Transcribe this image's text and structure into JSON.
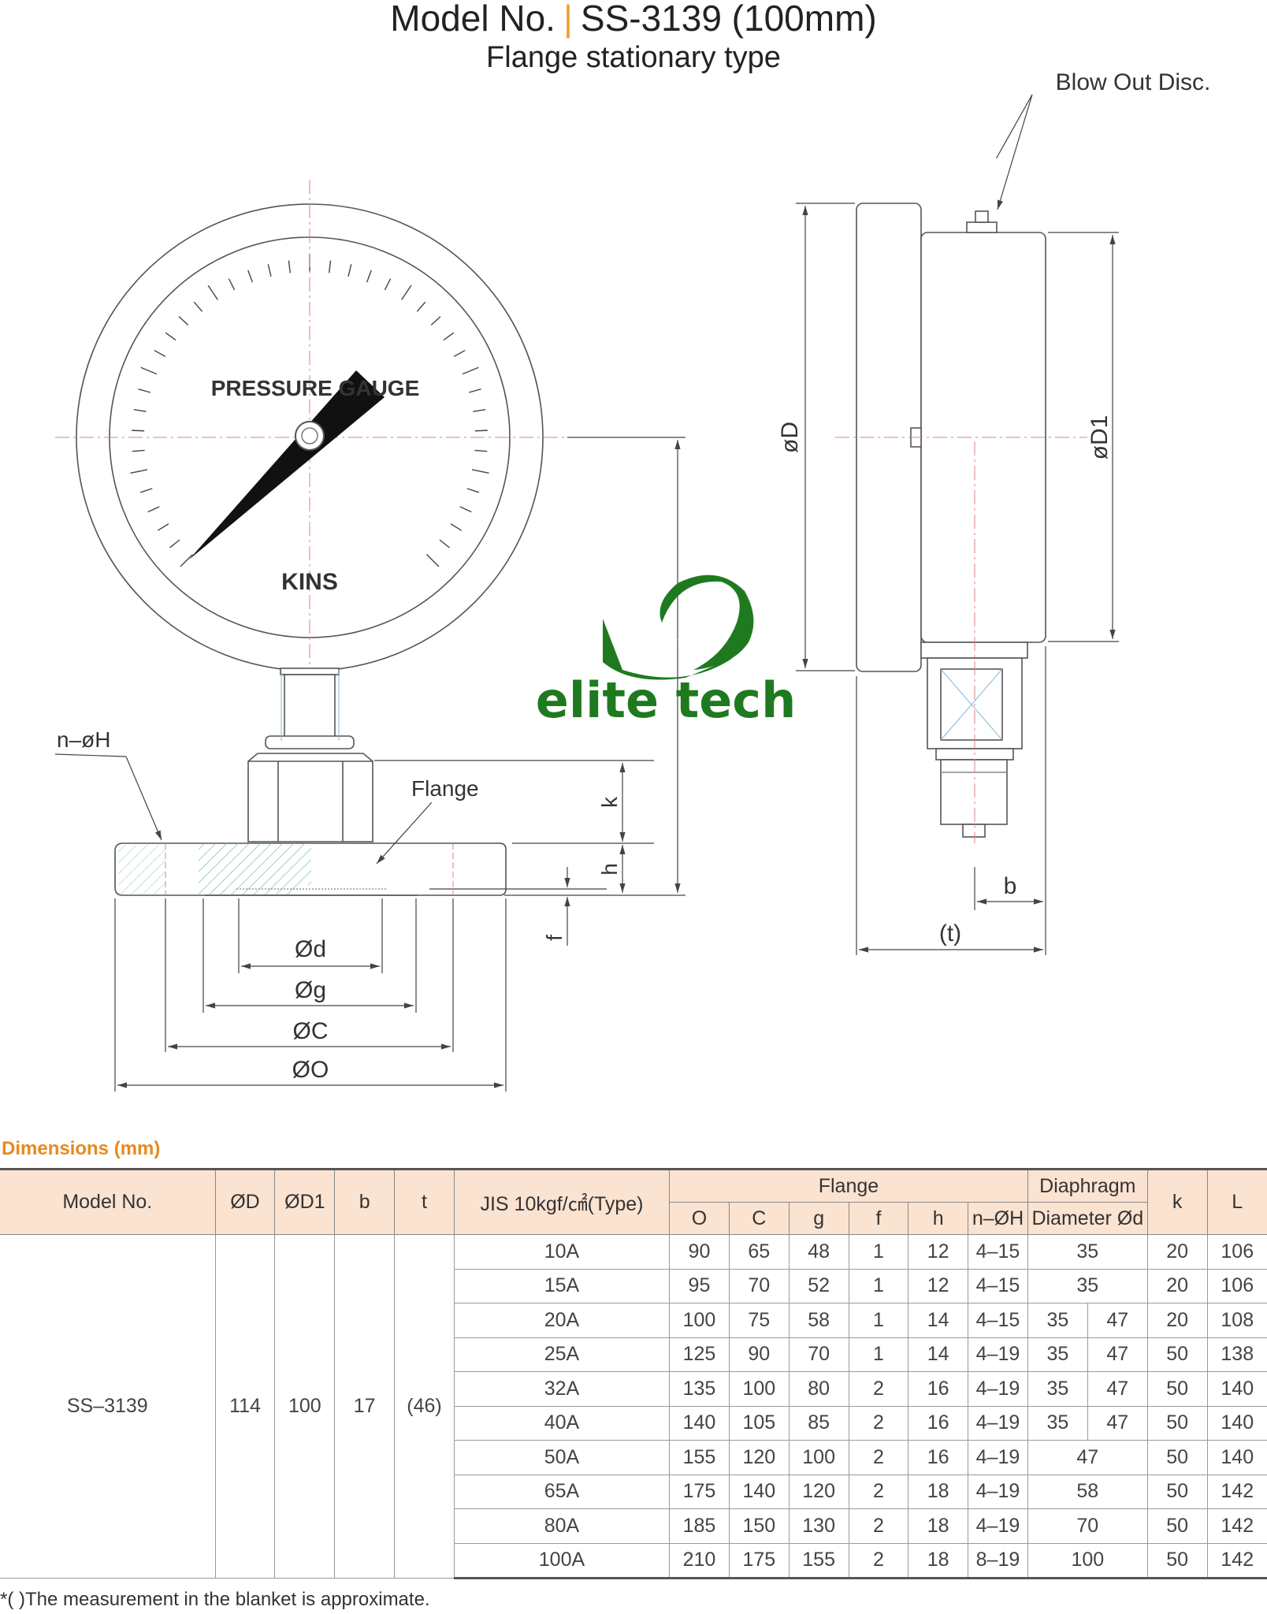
{
  "header": {
    "model_label": "Model No.",
    "model_value": "SS-3139 (100mm)",
    "subtitle": "Flange stationary type"
  },
  "drawing": {
    "callout_blow_out": "Blow Out Disc.",
    "callout_flange": "Flange",
    "callout_nh": "n–øH",
    "dial_text": "PRESSURE GAUGE",
    "brand": "KINS",
    "dim_D": "øD",
    "dim_D1": "øD1",
    "dim_k": "k",
    "dim_h": "h",
    "dim_f": "f",
    "dim_b": "b",
    "dim_t": "(t)",
    "dim_d": "Ød",
    "dim_g": "Øg",
    "dim_C": "ØC",
    "dim_O": "ØO",
    "colors": {
      "line": "#555555",
      "center_line": "#e08080",
      "needle": "#111111",
      "hatch": "#80c0c0"
    }
  },
  "watermark": {
    "text": "elite tech",
    "color": "#1f7a1f"
  },
  "dimensions": {
    "title": "Dimensions (mm)",
    "headers": {
      "model": "Model No.",
      "D": "ØD",
      "D1": "ØD1",
      "b": "b",
      "t": "t",
      "jis": "JIS 10kgf/㎠(Type)",
      "flange": "Flange",
      "diaphragm_top": "Diaphragm",
      "diaphragm_bottom": "Diameter Ød",
      "k": "k",
      "L": "L",
      "O": "O",
      "C": "C",
      "g": "g",
      "f": "f",
      "h": "h",
      "nH": "n–ØH"
    },
    "common": {
      "model": "SS–3139",
      "D": "114",
      "D1": "100",
      "b": "17",
      "t": "(46)"
    },
    "rows": [
      {
        "type": "10A",
        "O": "90",
        "C": "65",
        "g": "48",
        "f": "1",
        "h": "12",
        "nH": "4–15",
        "d1": "35",
        "d2": "",
        "k": "20",
        "L": "106"
      },
      {
        "type": "15A",
        "O": "95",
        "C": "70",
        "g": "52",
        "f": "1",
        "h": "12",
        "nH": "4–15",
        "d1": "35",
        "d2": "",
        "k": "20",
        "L": "106"
      },
      {
        "type": "20A",
        "O": "100",
        "C": "75",
        "g": "58",
        "f": "1",
        "h": "14",
        "nH": "4–15",
        "d1": "35",
        "d2": "47",
        "k": "20",
        "L": "108"
      },
      {
        "type": "25A",
        "O": "125",
        "C": "90",
        "g": "70",
        "f": "1",
        "h": "14",
        "nH": "4–19",
        "d1": "35",
        "d2": "47",
        "k": "50",
        "L": "138"
      },
      {
        "type": "32A",
        "O": "135",
        "C": "100",
        "g": "80",
        "f": "2",
        "h": "16",
        "nH": "4–19",
        "d1": "35",
        "d2": "47",
        "k": "50",
        "L": "140"
      },
      {
        "type": "40A",
        "O": "140",
        "C": "105",
        "g": "85",
        "f": "2",
        "h": "16",
        "nH": "4–19",
        "d1": "35",
        "d2": "47",
        "k": "50",
        "L": "140"
      },
      {
        "type": "50A",
        "O": "155",
        "C": "120",
        "g": "100",
        "f": "2",
        "h": "16",
        "nH": "4–19",
        "d1": "47",
        "d2": "",
        "k": "50",
        "L": "140"
      },
      {
        "type": "65A",
        "O": "175",
        "C": "140",
        "g": "120",
        "f": "2",
        "h": "18",
        "nH": "4–19",
        "d1": "58",
        "d2": "",
        "k": "50",
        "L": "142"
      },
      {
        "type": "80A",
        "O": "185",
        "C": "150",
        "g": "130",
        "f": "2",
        "h": "18",
        "nH": "4–19",
        "d1": "70",
        "d2": "",
        "k": "50",
        "L": "142"
      },
      {
        "type": "100A",
        "O": "210",
        "C": "175",
        "g": "155",
        "f": "2",
        "h": "18",
        "nH": "8–19",
        "d1": "100",
        "d2": "",
        "k": "50",
        "L": "142"
      }
    ],
    "note": "*( )The measurement in the blanket is approximate."
  }
}
